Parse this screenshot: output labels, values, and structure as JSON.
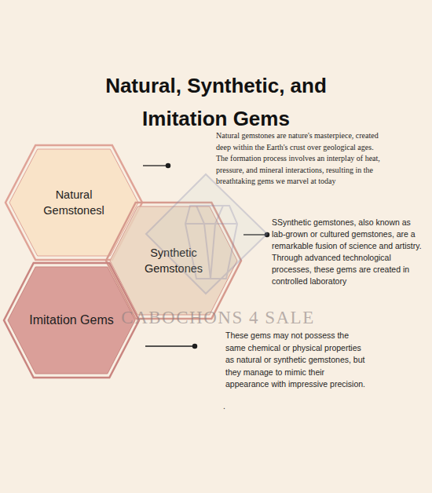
{
  "diagram": {
    "title": "Natural, Synthetic, and Imitation Gems",
    "nodes": [
      {
        "text": [
          "Natural Gemstonesl"
        ]
      },
      {
        "text": [
          "Synthetic Gemstones"
        ]
      },
      {
        "text": [
          "Imitation Gems"
        ]
      }
    ],
    "labels": [
      "Natural gemstones are nature's masterpiece, created deep within the Earth's crust over geological ages. The formation process involves an interplay of heat, pressure, and mineral interactions, resulting in the breathtaking gems we marvel at today",
      "SSynthetic gemstones, also known as lab-grown or cultured gemstones, are a remarkable fusion of science and artistry. Through advanced technological processes, these gems are created in controlled laboratory",
      "These gems may not possess the same chemical or physical properties as natural or synthetic gemstones, but they manage to mimic their appearance with impressive precision.",
      ".",
      "CABOCHONS 4 SALE"
    ]
  }
}
